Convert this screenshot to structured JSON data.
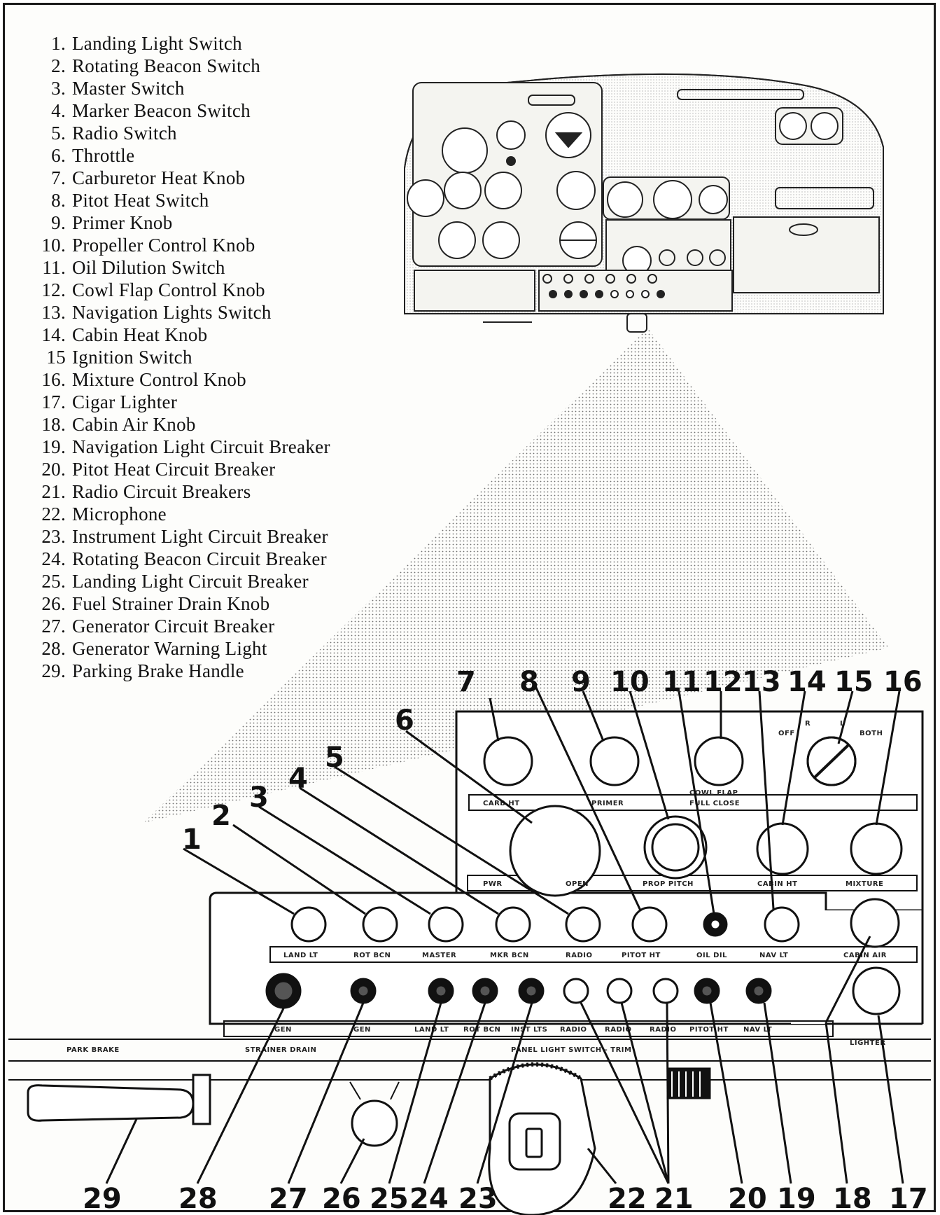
{
  "legend": [
    {
      "num": "1.",
      "label": "Landing Light Switch"
    },
    {
      "num": "2.",
      "label": "Rotating Beacon Switch"
    },
    {
      "num": "3.",
      "label": "Master Switch"
    },
    {
      "num": "4.",
      "label": "Marker Beacon Switch"
    },
    {
      "num": "5.",
      "label": "Radio Switch"
    },
    {
      "num": "6.",
      "label": "Throttle"
    },
    {
      "num": "7.",
      "label": "Carburetor Heat Knob"
    },
    {
      "num": "8.",
      "label": "Pitot Heat Switch"
    },
    {
      "num": "9.",
      "label": "Primer Knob"
    },
    {
      "num": "10.",
      "label": "Propeller Control Knob"
    },
    {
      "num": "11.",
      "label": "Oil Dilution Switch"
    },
    {
      "num": "12.",
      "label": "Cowl Flap Control Knob"
    },
    {
      "num": "13.",
      "label": "Navigation Lights Switch"
    },
    {
      "num": "14.",
      "label": "Cabin Heat Knob"
    },
    {
      "num": "15",
      "label": "Ignition Switch"
    },
    {
      "num": "16.",
      "label": "Mixture Control Knob"
    },
    {
      "num": "17.",
      "label": "Cigar Lighter"
    },
    {
      "num": "18.",
      "label": "Cabin Air Knob"
    },
    {
      "num": "19.",
      "label": "Navigation Light Circuit Breaker"
    },
    {
      "num": "20.",
      "label": "Pitot Heat Circuit Breaker"
    },
    {
      "num": "21.",
      "label": "Radio Circuit Breakers"
    },
    {
      "num": "22.",
      "label": "Microphone"
    },
    {
      "num": "23.",
      "label": "Instrument Light Circuit Breaker"
    },
    {
      "num": "24.",
      "label": "Rotating Beacon Circuit Breaker"
    },
    {
      "num": "25.",
      "label": "Landing Light Circuit Breaker"
    },
    {
      "num": "26.",
      "label": "Fuel Strainer Drain Knob"
    },
    {
      "num": "27.",
      "label": "Generator Circuit Breaker"
    },
    {
      "num": "28.",
      "label": "Generator Warning Light"
    },
    {
      "num": "29.",
      "label": "Parking Brake Handle"
    }
  ],
  "callouts": {
    "c1": "1",
    "c2": "2",
    "c3": "3",
    "c4": "4",
    "c5": "5",
    "c6": "6",
    "c7": "7",
    "c8": "8",
    "c9": "9",
    "c10": "10",
    "c11": "11",
    "c12": "12",
    "c13": "13",
    "c14": "14",
    "c15": "15",
    "c16": "16",
    "c17": "17",
    "c18": "18",
    "c19": "19",
    "c20": "20",
    "c21": "21",
    "c22": "22",
    "c23": "23",
    "c24": "24",
    "c25": "25",
    "c26": "26",
    "c27": "27",
    "c28": "28",
    "c29": "29"
  },
  "plates": {
    "upper_row1": [
      "CARB HT",
      "PRIMER",
      "COWL FLAP",
      "FULL CLOSE"
    ],
    "upper_row2": [
      "PWR",
      "OPEN",
      "PROP PITCH",
      "CABIN HT",
      "MIXTURE"
    ],
    "switch_row": [
      "LAND LT",
      "ROT BCN",
      "MASTER",
      "MKR BCN",
      "RADIO",
      "PITOT HT",
      "OIL DIL",
      "NAV LT",
      "CABIN AIR"
    ],
    "breaker_row": [
      "GEN",
      "GEN",
      "LAND LT",
      "ROT BCN",
      "INST LTS",
      "RADIO",
      "RADIO",
      "RADIO",
      "PITOT HT",
      "NAV LT"
    ],
    "lighter": "LIGHTER",
    "lower_strip": [
      "PARK BRAKE",
      "STRAINER DRAIN",
      "PANEL LIGHT SWITCH - TRIM"
    ],
    "ignition": [
      "OFF",
      "R",
      "L",
      "BOTH"
    ]
  }
}
